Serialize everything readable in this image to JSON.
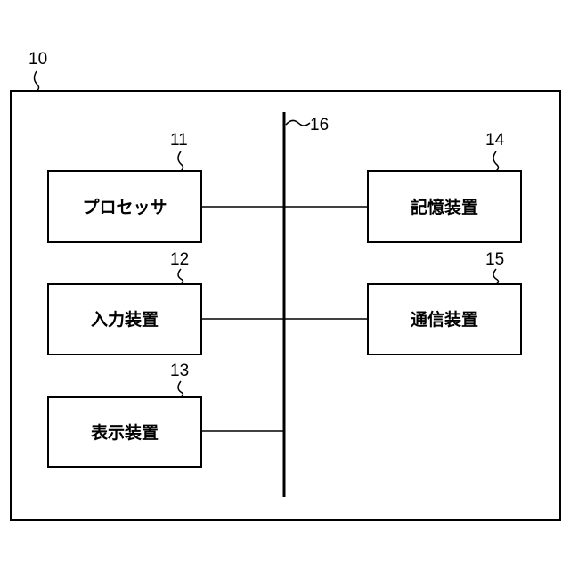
{
  "device": {
    "ref": "10"
  },
  "bus": {
    "ref": "16"
  },
  "components": [
    {
      "ref": "11",
      "label": "プロセッサ"
    },
    {
      "ref": "12",
      "label": "入力装置"
    },
    {
      "ref": "13",
      "label": "表示装置"
    },
    {
      "ref": "14",
      "label": "記憶装置"
    },
    {
      "ref": "15",
      "label": "通信装置"
    }
  ]
}
